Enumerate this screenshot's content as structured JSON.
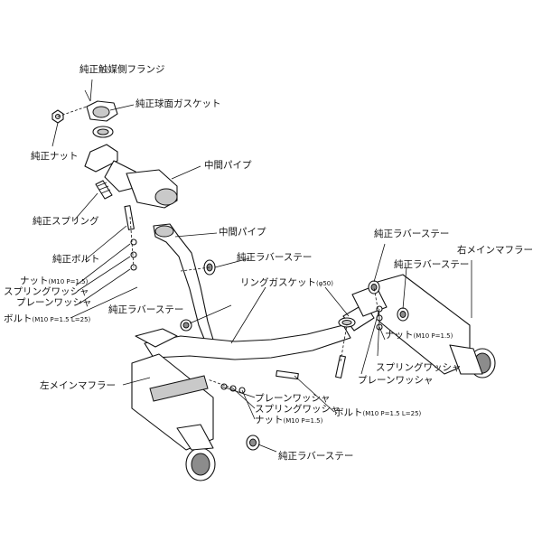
{
  "labels": {
    "flange": "純正触媒側フランジ",
    "sphere_gasket": "純正球面ガスケット",
    "nut_top": "純正ナット",
    "mid_pipe_1": "中間パイプ",
    "spring": "純正スプリング",
    "mid_pipe_2": "中間パイプ",
    "bolt": "純正ボルト",
    "rubber_stay_center": "純正ラバーステー",
    "rubber_stay_right_upper": "純正ラバーステー",
    "right_muffler": "右メインマフラー",
    "rubber_stay_right_mid": "純正ラバーステー",
    "nut_left": "ナット",
    "nut_left_spec": "(M10 P=1.5)",
    "spring_washer_left": "スプリングワッシャ",
    "plain_washer_left": "プレーンワッシャ",
    "ring_gasket": "リングガスケット",
    "ring_gasket_spec": "(φ50)",
    "bolt_left": "ボルト",
    "bolt_left_spec": "(M10 P=1.5 L=25)",
    "rubber_stay_left": "純正ラバーステー",
    "nut_right": "ナット",
    "nut_right_spec": "(M10 P=1.5)",
    "spring_washer_right": "スプリングワッシャ",
    "plain_washer_right": "プレーンワッシャ",
    "left_muffler": "左メインマフラー",
    "plain_washer_center": "プレーンワッシャ",
    "spring_washer_center": "スプリングワッシャ",
    "nut_center": "ナット",
    "nut_center_spec": "(M10 P=1.5)",
    "bolt_center": "ボルト",
    "bolt_center_spec": "(M10 P=1.5 L=25)",
    "rubber_stay_bottom": "純正ラバーステー"
  }
}
